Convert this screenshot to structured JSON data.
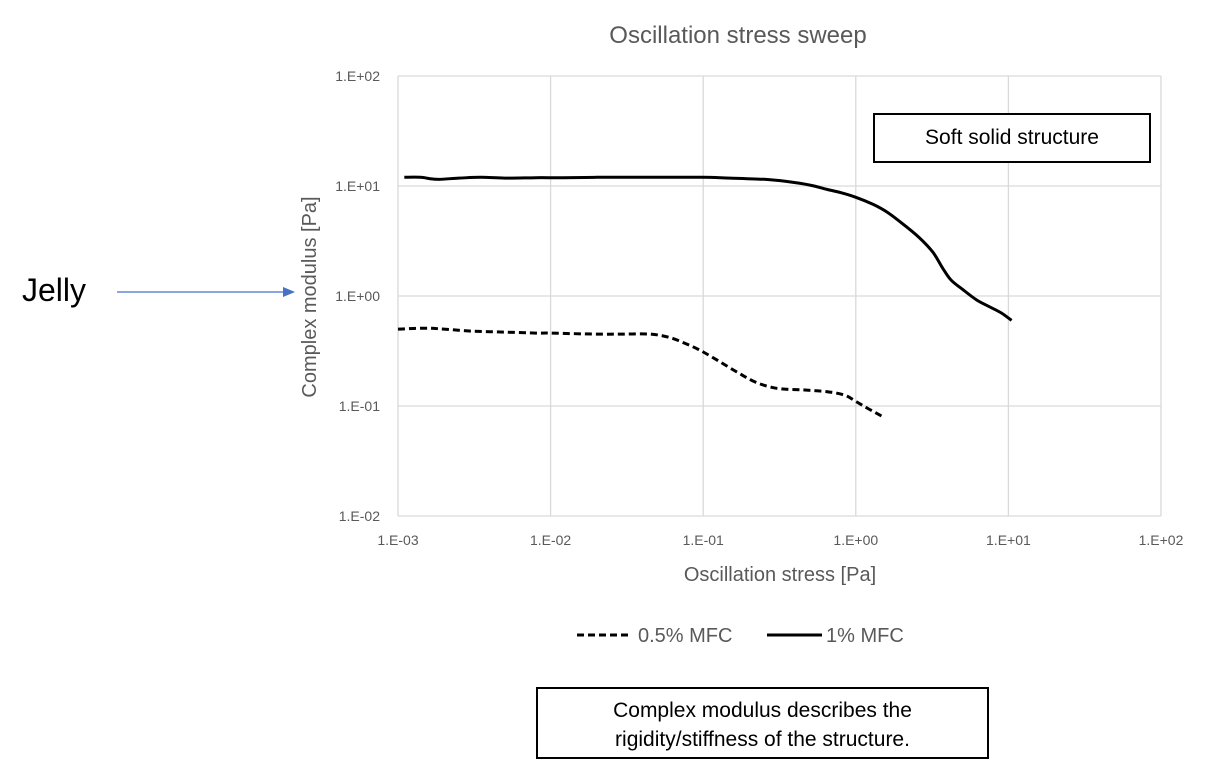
{
  "chart_data": {
    "type": "line",
    "title": "Oscillation stress sweep",
    "xlabel": "Oscillation stress [Pa]",
    "ylabel": "Complex modulus [Pa]",
    "x_scale": "log",
    "y_scale": "log",
    "xlim": [
      0.001,
      100
    ],
    "ylim": [
      0.01,
      100
    ],
    "x_ticks": [
      "1.E-03",
      "1.E-02",
      "1.E-01",
      "1.E+00",
      "1.E+01",
      "1.E+02"
    ],
    "y_ticks": [
      "1.E+02",
      "1.E+01",
      "1.E+00",
      "1.E-01",
      "1.E-02"
    ],
    "grid": true,
    "legend_position": "bottom",
    "series": [
      {
        "name": "0.5% MFC",
        "line_style": "dashed",
        "color": "#000000",
        "x": [
          0.001,
          0.0015,
          0.002,
          0.003,
          0.005,
          0.008,
          0.01,
          0.02,
          0.03,
          0.045,
          0.06,
          0.08,
          0.1,
          0.13,
          0.17,
          0.22,
          0.3,
          0.45,
          0.65,
          0.85,
          1.0,
          1.2,
          1.5
        ],
        "y": [
          0.5,
          0.51,
          0.5,
          0.48,
          0.47,
          0.46,
          0.46,
          0.45,
          0.45,
          0.45,
          0.42,
          0.36,
          0.31,
          0.25,
          0.2,
          0.165,
          0.145,
          0.14,
          0.135,
          0.125,
          0.11,
          0.095,
          0.08
        ]
      },
      {
        "name": "1% MFC",
        "line_style": "solid",
        "color": "#000000",
        "x": [
          0.0011,
          0.0014,
          0.0018,
          0.0025,
          0.0035,
          0.005,
          0.008,
          0.012,
          0.02,
          0.035,
          0.06,
          0.1,
          0.15,
          0.25,
          0.35,
          0.5,
          0.65,
          0.8,
          1.0,
          1.3,
          1.6,
          2.0,
          2.6,
          3.2,
          3.7,
          4.2,
          5.0,
          6.2,
          7.5,
          9.0,
          10.5
        ],
        "y": [
          12.0,
          12.0,
          11.5,
          11.8,
          12.0,
          11.8,
          11.9,
          11.9,
          12.0,
          12.0,
          12.0,
          12.0,
          11.8,
          11.5,
          11.0,
          10.2,
          9.3,
          8.7,
          7.9,
          6.8,
          5.8,
          4.6,
          3.4,
          2.5,
          1.8,
          1.4,
          1.15,
          0.92,
          0.8,
          0.7,
          0.6
        ]
      }
    ],
    "annotations": {
      "box_top": "Soft solid structure",
      "box_bottom_line1": "Complex modulus describes the",
      "box_bottom_line2": "rigidity/stiffness of the structure.",
      "arrow_label": "Jelly",
      "arrow_color": "#4472C4"
    }
  }
}
